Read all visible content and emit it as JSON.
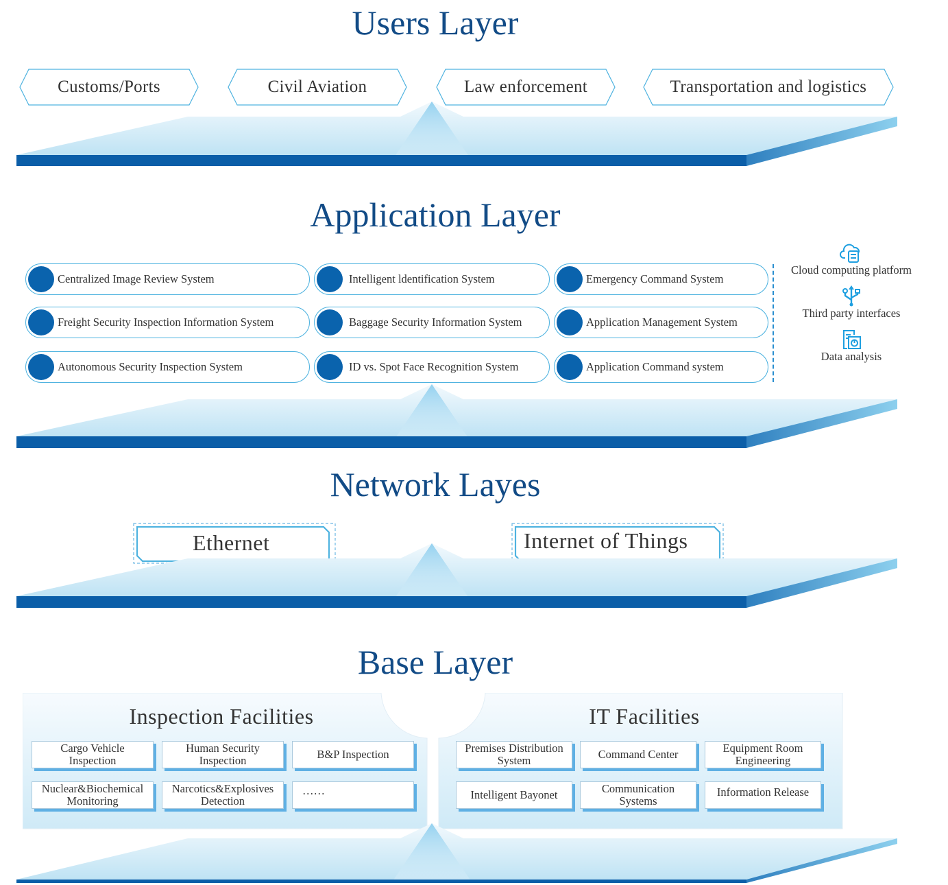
{
  "users_layer": {
    "title": "Users Layer",
    "tags": [
      "Customs/Ports",
      "Civil Aviation",
      "Law enforcement",
      "Transportation and logistics"
    ]
  },
  "application_layer": {
    "title": "Application Layer",
    "systems": [
      "Centralized Image Review System",
      "Intelligent ldentification System",
      "Emergency Command System",
      "Freight Security Inspection Information System",
      "Baggage Security Information System",
      "Application Management System",
      "Autonomous Security Inspection System",
      "ID vs. Spot Face Recognition System",
      "Application Command system"
    ],
    "side_items": [
      {
        "label": "Cloud computing platform",
        "icon": "cloud-server-icon"
      },
      {
        "label": "Third party interfaces",
        "icon": "usb-icon"
      },
      {
        "label": "Data analysis",
        "icon": "report-chart-icon"
      }
    ]
  },
  "network_layer": {
    "title": "Network Layes",
    "items": [
      "Ethernet",
      "Internet of Things"
    ]
  },
  "base_layer": {
    "title": "Base Layer",
    "inspection": {
      "title": "Inspection Facilities",
      "cells": [
        [
          "Cargo Vehicle",
          "Inspection"
        ],
        [
          "Human Security",
          "Inspection"
        ],
        [
          "B&P Inspection"
        ],
        [
          "Nuclear&Biochemical",
          "Monitoring"
        ],
        [
          "Narcotics&Explosives",
          "Detection"
        ],
        [
          "……"
        ]
      ]
    },
    "it": {
      "title": "IT Facilities",
      "cells": [
        [
          "Premises Distribution",
          "System"
        ],
        [
          "Command Center"
        ],
        [
          "Equipment Room",
          "Engineering"
        ],
        [
          "Intelligent Bayonet"
        ],
        [
          "Communication",
          "Systems"
        ],
        [
          "Information Release"
        ]
      ]
    }
  },
  "colors": {
    "title": "#124b86",
    "platform_edge": "#0b5ea8",
    "accent": "#4fb3e0",
    "dot": "#0a63ad"
  }
}
